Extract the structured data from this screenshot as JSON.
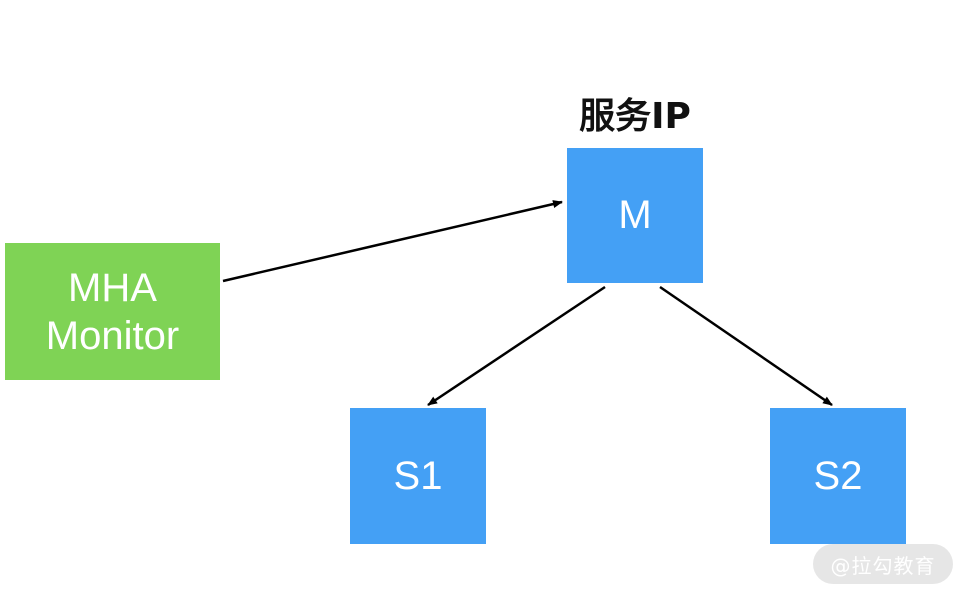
{
  "diagram": {
    "service_ip_label": "服务IP",
    "nodes": {
      "monitor": {
        "line1": "MHA",
        "line2": "Monitor"
      },
      "master": "M",
      "slave1": "S1",
      "slave2": "S2"
    },
    "colors": {
      "monitor_fill": "#7fd355",
      "db_fill": "#44a0f5",
      "arrow": "#000000",
      "label_text": "#111111"
    },
    "watermark": "@拉勾教育"
  }
}
